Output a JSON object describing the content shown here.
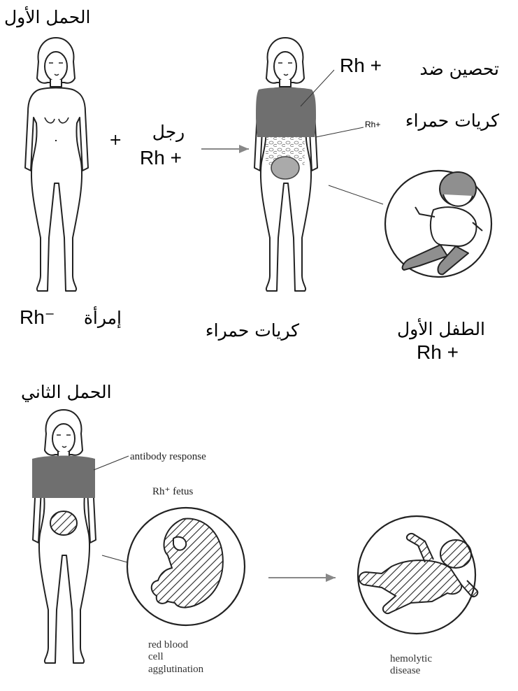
{
  "top": {
    "heading": "الحمل الأول",
    "plus_sign": "+",
    "man_word": "رجل",
    "man_rh": "Rh +",
    "woman_label": "إمرأة",
    "woman_rh": "Rh⁻",
    "immunization_text": "تحصين ضد",
    "immunization_rh": "Rh +",
    "rbc_callout_rh": "Rh+",
    "rbc_callout_text": "كريات حمراء",
    "rbc_bottom": "كريات حمراء",
    "first_child": "الطفل الأول",
    "first_child_rh": "Rh +"
  },
  "bottom": {
    "heading": "الحمل الثاني",
    "antibody": "antibody response",
    "fetus": "Rh⁺ fetus",
    "agglutination": [
      "red blood",
      "cell",
      "agglutination"
    ],
    "disease": [
      "hemolytic",
      "disease"
    ]
  },
  "colors": {
    "shade": "#6f6f6f",
    "shade_dark": "#4e4e4e",
    "line": "#222222",
    "arrow": "#888888"
  }
}
